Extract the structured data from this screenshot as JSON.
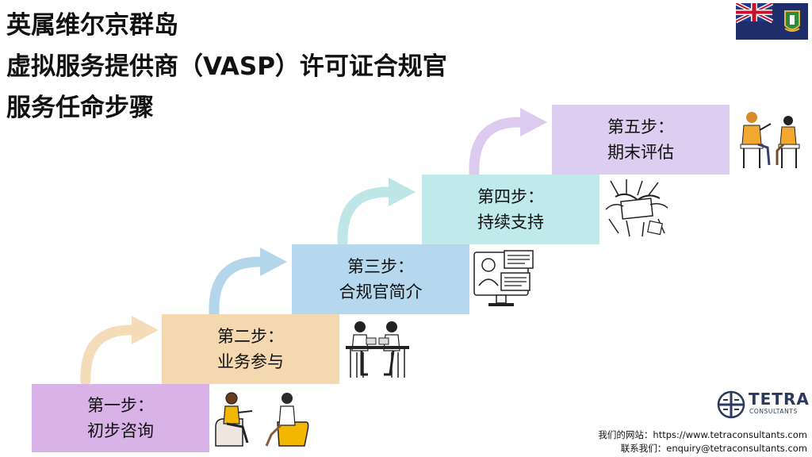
{
  "title": {
    "line1": "英属维尔京群岛",
    "line2": "虚拟服务提供商（VASP）许可证合规官",
    "line3": "服务任命步骤"
  },
  "steps": [
    {
      "label": "第一步：",
      "name": "初步咨询",
      "color": "#d9b3e8",
      "arrow_color": "#f5dcb8"
    },
    {
      "label": "第二步：",
      "name": "业务参与",
      "color": "#f4d9b0",
      "arrow_color": "#b3d6ea"
    },
    {
      "label": "第三步：",
      "name": "合规官简介",
      "color": "#b6d8ee",
      "arrow_color": "#bfe6e7"
    },
    {
      "label": "第四步：",
      "name": "持续支持",
      "color": "#bfe9ea",
      "arrow_color": "#dccbef"
    },
    {
      "label": "第五步：",
      "name": "期末评估",
      "color": "#dccdf1"
    }
  ],
  "logo": {
    "name": "TETRA",
    "sub": "CONSULTANTS"
  },
  "contact": {
    "website_label": "我们的网站：",
    "website": "https://www.tetraconsultants.com",
    "email_label": "联系我们：",
    "email": "enquiry@tetraconsultants.com"
  },
  "icons": [
    "bvi-flag-icon",
    "consultation-illustration",
    "business-meeting-illustration",
    "officer-profile-illustration",
    "support-handshake-illustration",
    "evaluation-illustration",
    "tetra-logo-icon"
  ]
}
